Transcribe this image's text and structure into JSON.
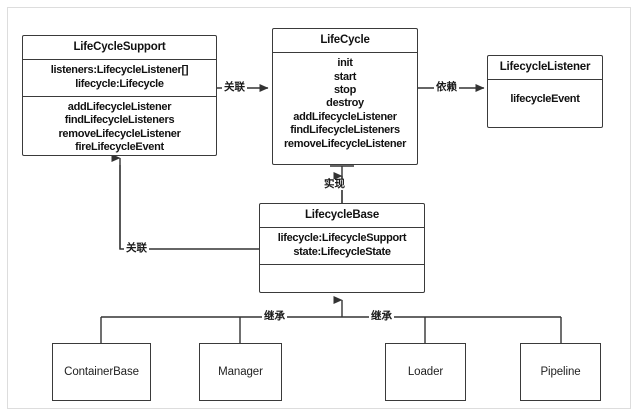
{
  "diagram": {
    "title_text": "",
    "colors": {
      "box_border": "#3a3a3a",
      "frame_border": "#dddddd",
      "background": "#ffffff",
      "connector": "#333333",
      "text": "#111111"
    },
    "classes": [
      {
        "id": "lifecyclesupport",
        "name": "LifeCycleSupport",
        "attributes": [
          "listeners:LifecycleListener[]",
          "lifecycle:Lifecycle"
        ],
        "operations": [
          "addLifecycleListener",
          "findLifecycleListeners",
          "removeLifecycleListener",
          "fireLifecycleEvent"
        ]
      },
      {
        "id": "lifecycle",
        "name": "LifeCycle",
        "attributes": [],
        "operations": [
          "init",
          "start",
          "stop",
          "destroy",
          "addLifecycleListener",
          "findLifecycleListeners",
          "removeLifecycleListener"
        ]
      },
      {
        "id": "lifecyclelistener",
        "name": "LifecycleListener",
        "attributes": [
          "lifecycleEvent"
        ],
        "operations": []
      },
      {
        "id": "lifecyclebase",
        "name": "LifecycleBase",
        "attributes": [
          "lifecycle:LifecycleSupport",
          "state:LifecycleState"
        ],
        "operations": []
      }
    ],
    "subclasses": [
      {
        "id": "containerbase",
        "name": "ContainerBase"
      },
      {
        "id": "manager",
        "name": "Manager"
      },
      {
        "id": "loader",
        "name": "Loader"
      },
      {
        "id": "pipeline",
        "name": "Pipeline"
      }
    ],
    "relations": [
      {
        "id": "support-to-lifecycle",
        "label": "关联",
        "meaning": "association",
        "from": "LifeCycleSupport",
        "to": "LifeCycle"
      },
      {
        "id": "lifecycle-to-listener",
        "label": "依赖",
        "meaning": "dependency",
        "from": "LifeCycle",
        "to": "LifecycleListener"
      },
      {
        "id": "base-to-lifecycle",
        "label": "实现",
        "meaning": "realization",
        "from": "LifecycleBase",
        "to": "LifeCycle"
      },
      {
        "id": "base-to-support",
        "label": "关联",
        "meaning": "association",
        "from": "LifecycleBase",
        "to": "LifeCycleSupport"
      },
      {
        "id": "subclasses-left",
        "label": "继承",
        "meaning": "inheritance",
        "from": "ContainerBase / Manager",
        "to": "LifecycleBase"
      },
      {
        "id": "subclasses-right",
        "label": "继承",
        "meaning": "inheritance",
        "from": "Loader / Pipeline",
        "to": "LifecycleBase"
      }
    ]
  }
}
